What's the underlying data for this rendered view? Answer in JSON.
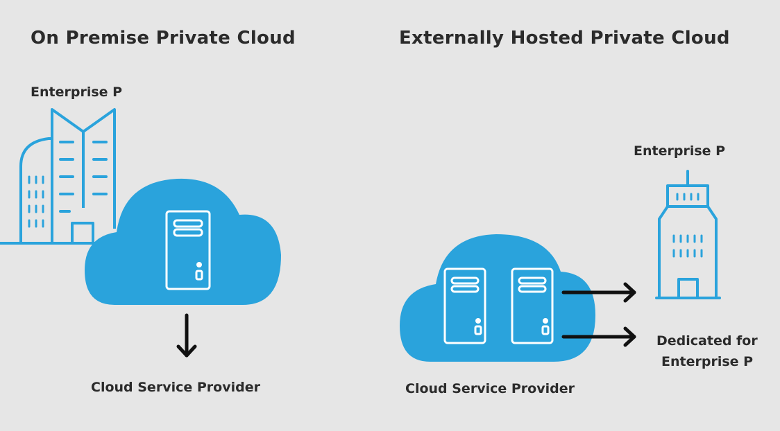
{
  "colors": {
    "background": "#e6e6e6",
    "accent": "#2aa3dc",
    "text": "#2b2b2b",
    "arrow": "#111111"
  },
  "left": {
    "title": "On Premise Private Cloud",
    "building_label": "Enterprise P",
    "provider_label": "Cloud Service Provider",
    "icons": [
      "office-building-icon",
      "cloud-icon",
      "server-tower-icon",
      "arrow-down-icon"
    ]
  },
  "right": {
    "title": "Externally Hosted Private Cloud",
    "building_label": "Enterprise P",
    "provider_label": "Cloud Service Provider",
    "dedicated_label_line1": "Dedicated for",
    "dedicated_label_line2": "Enterprise P",
    "icons": [
      "tower-building-icon",
      "cloud-icon",
      "server-tower-icon",
      "arrow-right-icon"
    ]
  }
}
